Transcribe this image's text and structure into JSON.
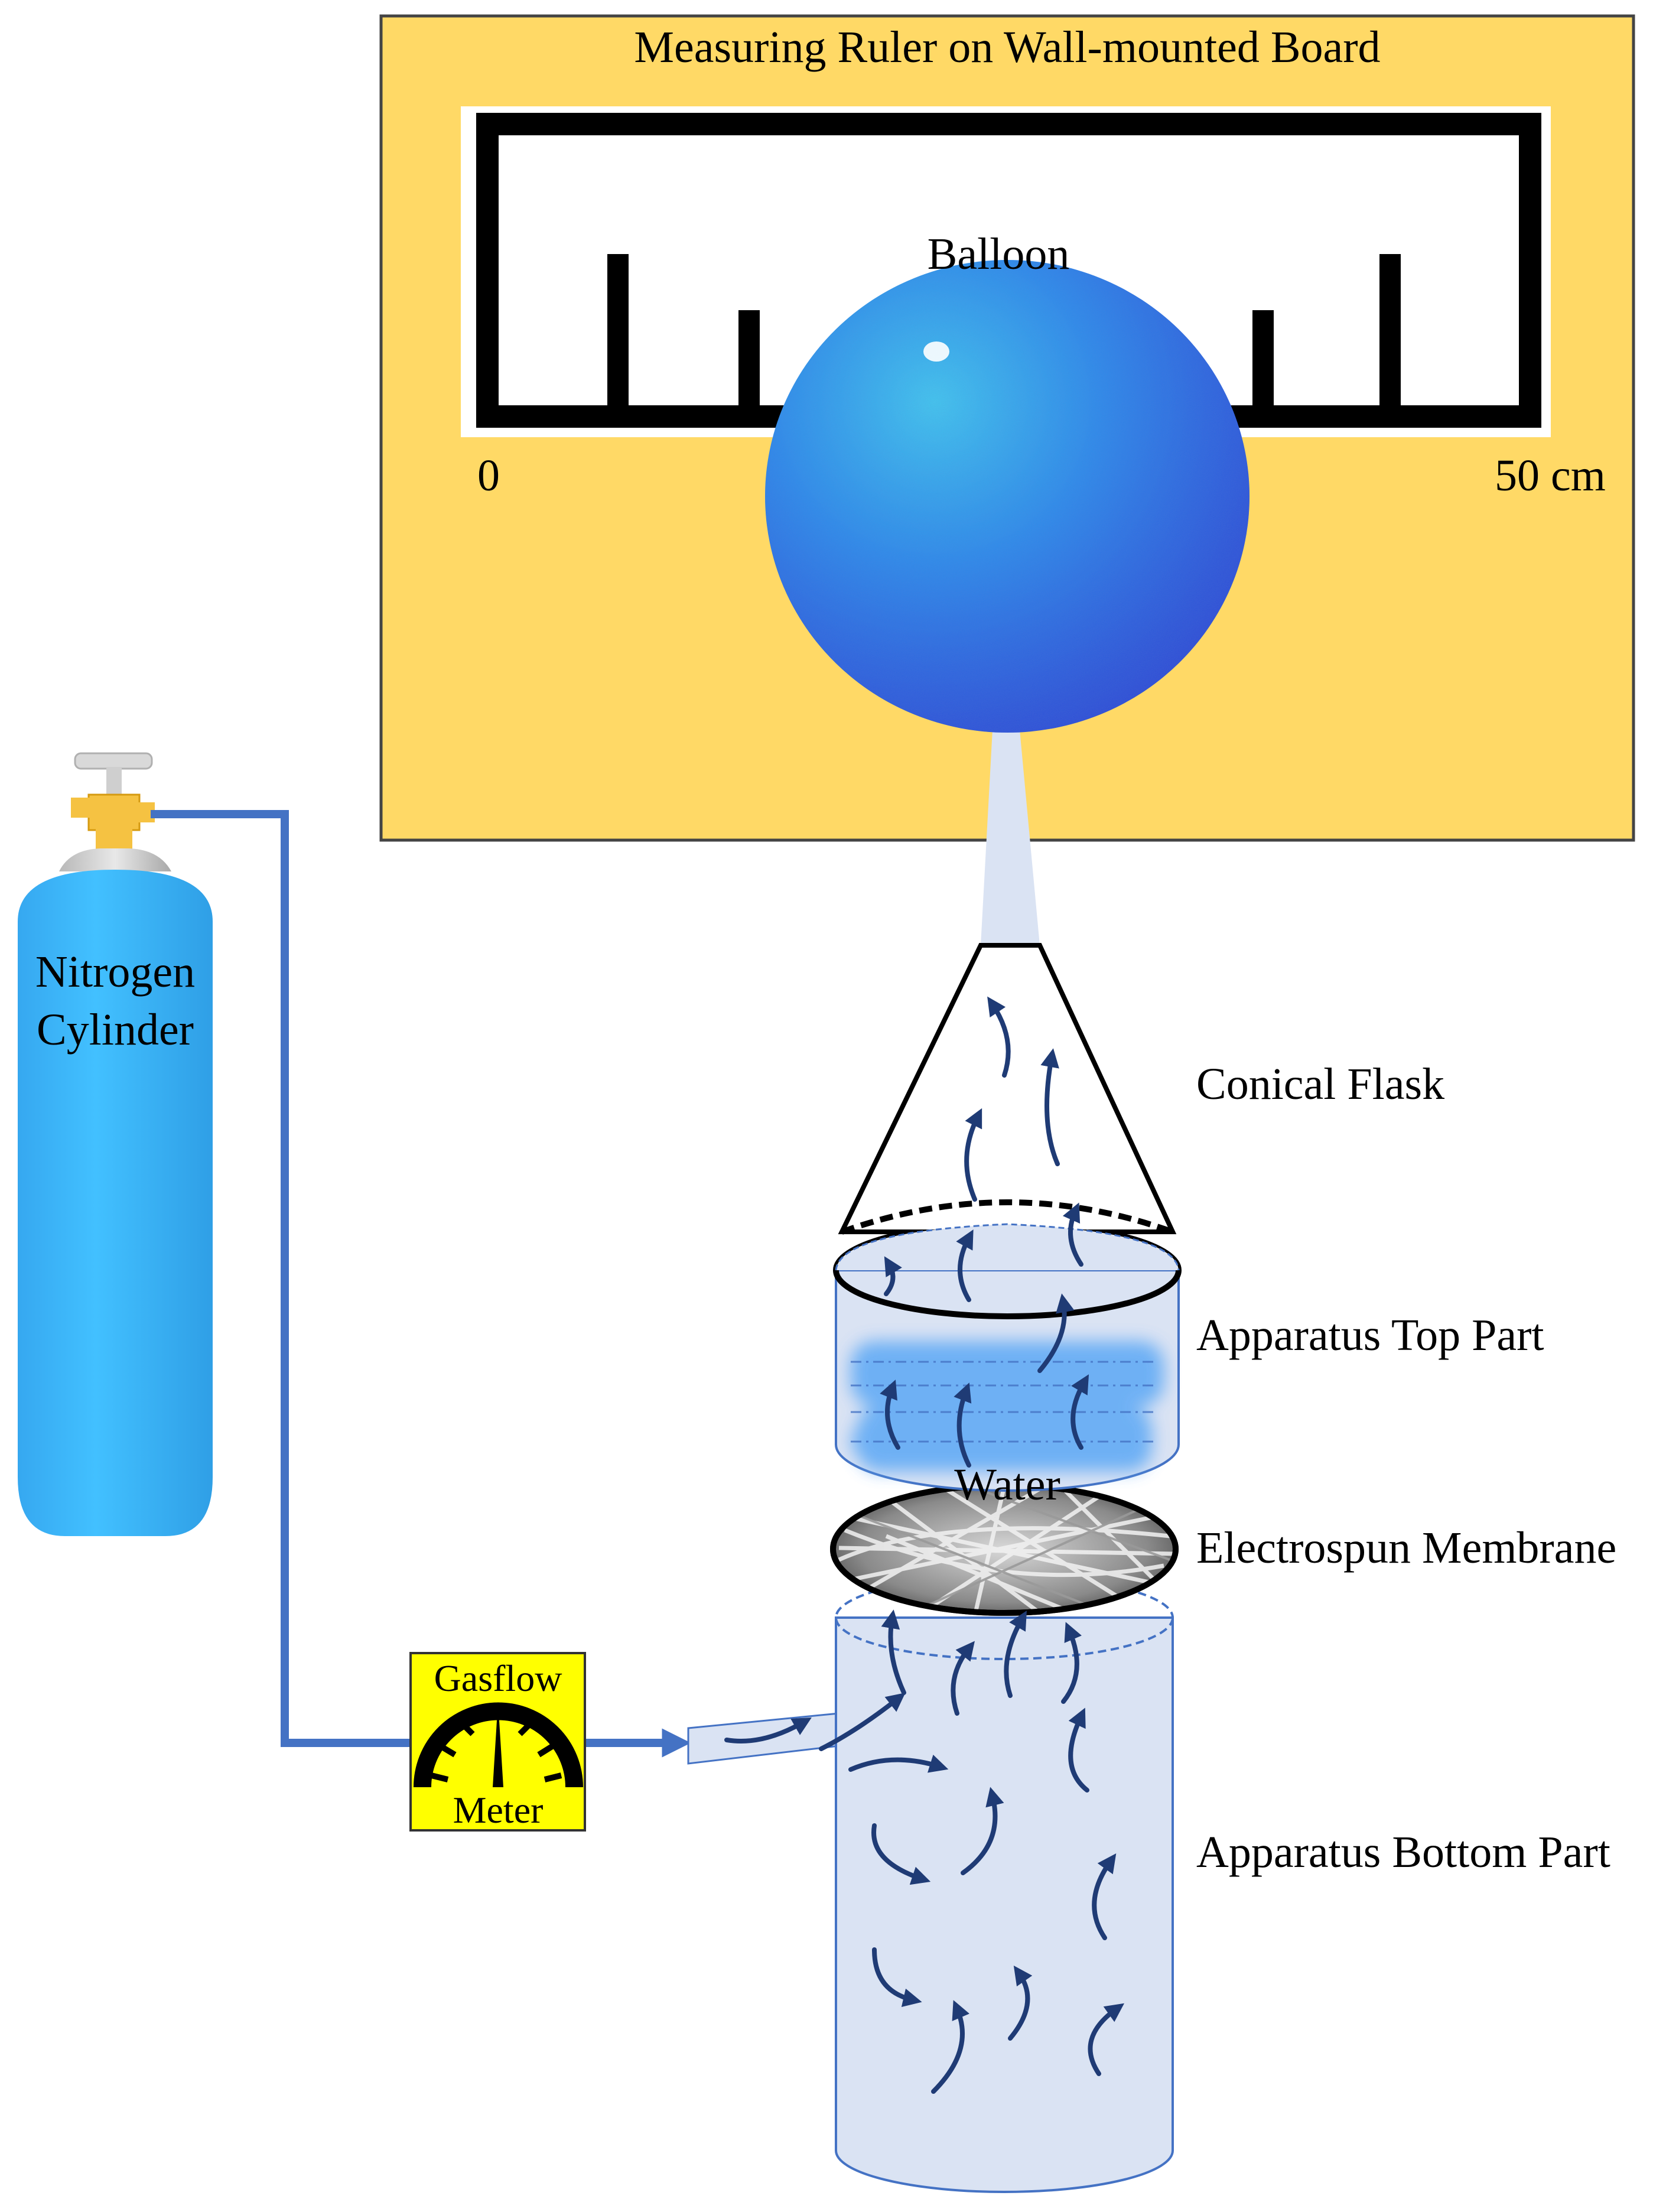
{
  "labels": {
    "board_title": "Measuring Ruler on Wall-mounted Board",
    "balloon": "Balloon",
    "ruler_start": "0",
    "ruler_end": "50 cm",
    "cylinder_line1": "Nitrogen",
    "cylinder_line2": "Cylinder",
    "conical_flask": "Conical Flask",
    "apparatus_top": "Apparatus Top Part",
    "water": "Water",
    "membrane": "Electrospun Membrane",
    "apparatus_bottom": "Apparatus Bottom Part",
    "gasflow_line1": "Gasflow",
    "gasflow_line2": "Meter"
  },
  "colors": {
    "board": "#FFD966",
    "balloon": "#1E73E8",
    "cylinder": "#3DB8FF",
    "tubing": "#4472C4",
    "apparatus": "#DAE3F3",
    "water": "#5BA8F5",
    "meter": "#FFFF00",
    "arrow": "#1F3B75"
  }
}
